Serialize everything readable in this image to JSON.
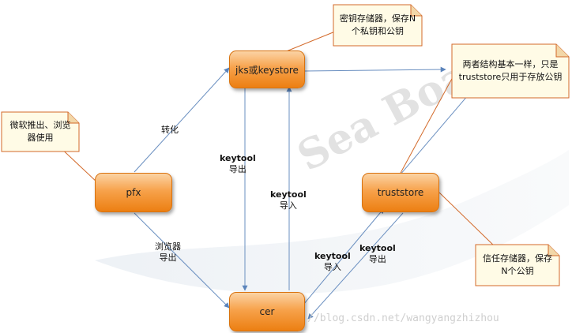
{
  "nodes": {
    "pfx": "pfx",
    "jks": "jks或keystore",
    "cer": "cer",
    "truststore": "truststore"
  },
  "notes": {
    "microsoft": "微软推出、浏览器使用",
    "keystore": "密钥存储器，保存N个私钥和公钥",
    "compare": "两者结构基本一样，只是truststore只用于存放公钥",
    "trust": "信任存储器，保存N个公钥"
  },
  "edges": {
    "convert": "转化",
    "browser_export": [
      "浏览器",
      "导出"
    ],
    "keytool_export_1": [
      "keytool",
      "导出"
    ],
    "keytool_import_1": [
      "keytool",
      "导入"
    ],
    "keytool_import_2": [
      "keytool",
      "导入"
    ],
    "keytool_export_2": [
      "keytool",
      "导出"
    ]
  },
  "watermark": {
    "logo_text": "Sea Boat",
    "url": "http://blog.csdn.net/wangyangzhizhou"
  },
  "colors": {
    "node_fill": "#f7a24b",
    "note_fill": "#fffbe6",
    "arrow": "#6a8fc0",
    "callout": "#d36a2a"
  }
}
